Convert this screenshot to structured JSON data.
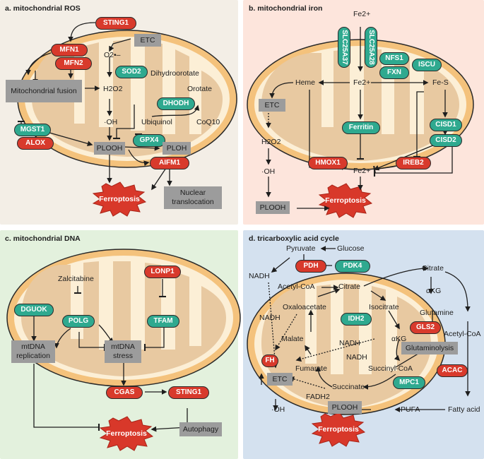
{
  "panels": {
    "a": {
      "title": "a. mitochondrial ROS",
      "sting1": "STING1",
      "etc": "ETC",
      "mfn1": "MFN1",
      "mfn2": "MFN2",
      "o2": "O2•–",
      "sod2": "SOD2",
      "dihydroorotate": "Dihydroorotate",
      "mito_fusion": "Mitochondrial fusion",
      "h2o2": "H2O2",
      "orotate": "Orotate",
      "dhodh": "DHODH",
      "oh": "·OH",
      "ubiquinol": "Ubiquinol",
      "coq10": "CoQ10",
      "mgst1": "MGST1",
      "gpx4": "GPX4",
      "alox": "ALOX",
      "plooh": "PLOOH",
      "ploh": "PLOH",
      "aifm1": "AIFM1",
      "ferroptosis": "Ferroptosis",
      "nuclear": "Nuclear translocation"
    },
    "b": {
      "title": "b. mitochondrial iron",
      "fe_top": "Fe2+",
      "slc25a37": "SLC25A37",
      "slc25a28": "SLC25A28",
      "nfs1": "NFS1",
      "iscu": "ISCU",
      "fxn": "FXN",
      "heme": "Heme",
      "fe_mid": "Fe2+",
      "fes": "Fe-S",
      "etc": "ETC",
      "cisd1": "CISD1",
      "cisd2": "CISD2",
      "ferritin": "Ferritin",
      "h2o2": "H2O2",
      "hmox1": "HMOX1",
      "fe_low": "Fe2+",
      "ireb2": "IREB2",
      "oh": "·OH",
      "plooh": "PLOOH",
      "ferroptosis": "Ferroptosis"
    },
    "c": {
      "title": "c. mitochondrial DNA",
      "zalcitabine": "Zalcitabine",
      "lonp1": "LONP1",
      "dguok": "DGUOK",
      "polg": "POLG",
      "tfam": "TFAM",
      "mtdna_rep": "mtDNA replication",
      "mtdna_stress": "mtDNA stress",
      "cgas": "CGAS",
      "sting1": "STING1",
      "ferroptosis": "Ferroptosis",
      "autophagy": "Autophagy"
    },
    "d": {
      "title": "d. tricarboxylic acid cycle",
      "pyruvate": "Pyruvate",
      "glucose": "Glucose",
      "pdh": "PDH",
      "pdk4": "PDK4",
      "citrate_out": "Citrate",
      "nadh1": "NADH",
      "acetylcoa_in": "Acetyl-CoA",
      "citrate_in": "Citrate",
      "akg_out": "αKG",
      "oxaloacetate": "Oxaloacetate",
      "isocitrate": "Isocitrate",
      "glutamine": "Glutamine",
      "nadh2": "NADH",
      "idh2": "IDH2",
      "gls2": "GLS2",
      "acetylcoa_out": "Acetyl-CoA",
      "malate": "Malate",
      "akg_in": "αKG",
      "nadh3": "NADH",
      "glutaminolysis": "Glutaminolysis",
      "nadh4": "NADH",
      "fh": "FH",
      "fumarate": "Fumarate",
      "succinylcoa": "Succinyl-CoA",
      "acac": "ACAC",
      "etc": "ETC",
      "succinate": "Succinate",
      "mpc1": "MPC1",
      "fadh2": "FADH2",
      "oh": "·OH",
      "plooh": "PLOOH",
      "pufa": "PUFA",
      "fattyacid": "Fatty acid",
      "ferroptosis": "Ferroptosis"
    }
  },
  "colors": {
    "panel_a": "#f3eee6",
    "panel_b": "#fde5dc",
    "panel_c": "#e3f1dd",
    "panel_d": "#d4e1ef",
    "outer_membrane": "#f4c27c",
    "inner_membrane": "#fcefd6",
    "matrix": "#e8c9a1",
    "enzyme_red": "#d83a2c",
    "enzyme_teal": "#2fa98f",
    "process_box": "#9c9c9c",
    "ferroptosis_star": "#d8382a"
  }
}
